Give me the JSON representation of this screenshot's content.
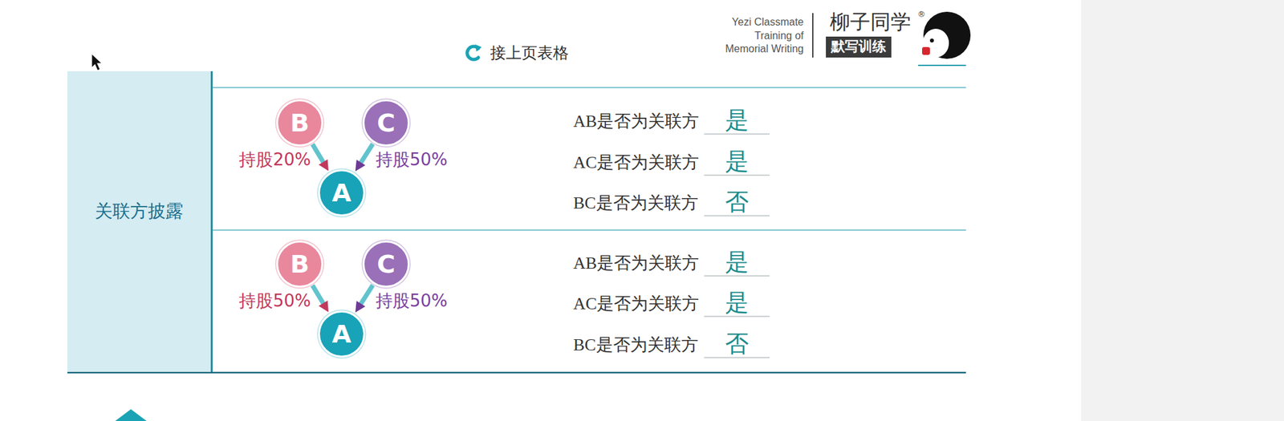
{
  "diagram": {
    "nodes": [
      {
        "text": [
          "关联方披露"
        ]
      },
      {
        "text": [
          "B"
        ]
      },
      {
        "text": [
          "C"
        ]
      },
      {
        "text": [
          "A"
        ]
      },
      {
        "text": [
          "B"
        ]
      },
      {
        "text": [
          "C"
        ]
      },
      {
        "text": [
          "A"
        ]
      }
    ],
    "edges": [
      {
        "from": 1,
        "to": 3,
        "arrow": "to",
        "label": "持股20%"
      },
      {
        "from": 2,
        "to": 3,
        "arrow": "to",
        "label": "持股50%"
      },
      {
        "from": 4,
        "to": 6,
        "arrow": "to",
        "label": "持股50%"
      },
      {
        "from": 5,
        "to": 6,
        "arrow": "to",
        "label": "持股50%"
      }
    ],
    "labels": [
      "接上页表格",
      "Yezi Classmate",
      "Training of",
      "Memorial Writing",
      "柳子同学",
      "®",
      "默写训练",
      "AB是否为关联方",
      "是",
      "AC是否为关联方",
      "是",
      "BC是否为关联方",
      "否",
      "AB是否为关联方",
      "是",
      "AC是否为关联方",
      "是",
      "BC是否为关联方",
      "否"
    ]
  }
}
